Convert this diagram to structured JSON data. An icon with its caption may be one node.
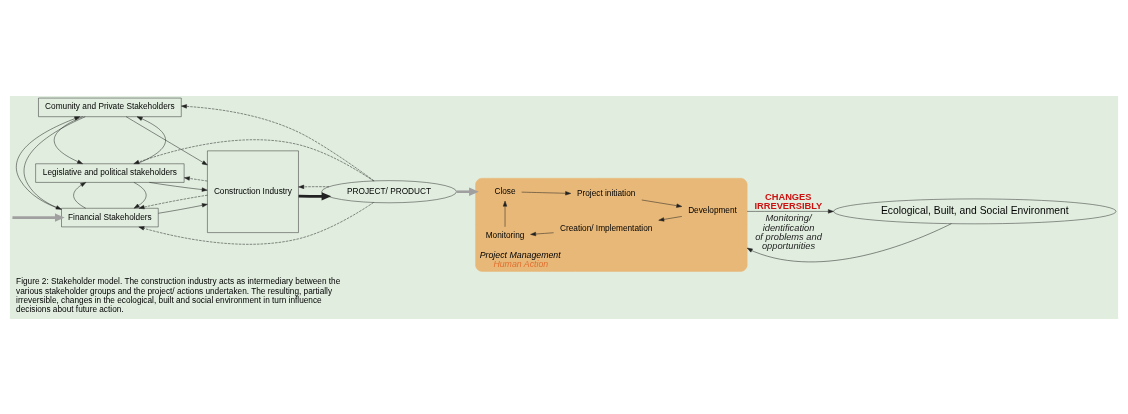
{
  "diagram": {
    "caption": "Figure 2: Stakeholder model. The construction industry acts as intermediary between the various stakeholder groups and the project/ actions undertaken. The resulting, partially irreversible, changes in the ecological, built and social environment in turn influence decisions about future action.",
    "nodes": [
      {
        "text": [
          "Legislative and political stakeholders"
        ]
      },
      {
        "text": [
          "Comunity and Private Stakeholders"
        ]
      },
      {
        "text": [
          "Financial Stakeholders"
        ]
      },
      {
        "text": [
          "Construction Industry"
        ]
      },
      {
        "text": [
          "PROJECT/ PRODUCT"
        ]
      },
      {
        "text": [
          "Project Management",
          "Human Action"
        ]
      },
      {
        "text": [
          "Close"
        ],
        "in": 5
      },
      {
        "text": [
          "Project initiation"
        ],
        "in": 5
      },
      {
        "text": [
          "Development"
        ],
        "in": 5
      },
      {
        "text": [
          "Creation/ Implementation"
        ],
        "in": 5
      },
      {
        "text": [
          "Monitoring"
        ],
        "in": 5
      },
      {
        "text": [
          "Ecological, Built, and Social Environment"
        ]
      }
    ],
    "edges": [
      {
        "from": 0,
        "to": 3,
        "arrow": "to"
      },
      {
        "from": 3,
        "to": 0,
        "arrow": "to",
        "style": "dashed"
      },
      {
        "from": 1,
        "to": 3,
        "arrow": "to"
      },
      {
        "from": 2,
        "to": 3,
        "arrow": "to"
      },
      {
        "from": 3,
        "to": 2,
        "arrow": "to",
        "style": "dashed"
      },
      {
        "from": 0,
        "to": 1,
        "arrow": "to"
      },
      {
        "from": 1,
        "to": 0,
        "arrow": "to"
      },
      {
        "from": 1,
        "to": 2,
        "arrow": "to"
      },
      {
        "from": 2,
        "to": 1,
        "arrow": "to"
      },
      {
        "from": 0,
        "to": 2,
        "arrow": "to"
      },
      {
        "from": 2,
        "to": 0,
        "arrow": "to"
      },
      {
        "from": 3,
        "to": 4,
        "arrow": "to",
        "style": "thick"
      },
      {
        "from": 4,
        "to": 3,
        "arrow": "to",
        "style": "dashed"
      },
      {
        "from": 4,
        "to": 0,
        "arrow": "to",
        "style": "dashed"
      },
      {
        "from": 4,
        "to": 1,
        "arrow": "to",
        "style": "dashed"
      },
      {
        "from": 4,
        "to": 2,
        "arrow": "to",
        "style": "dashed"
      },
      {
        "from": 4,
        "to": 5,
        "arrow": "to",
        "style": "thick",
        "color": "#a0a0a0"
      },
      {
        "from": 6,
        "to": 7,
        "arrow": "to"
      },
      {
        "from": 7,
        "to": 8,
        "arrow": "to"
      },
      {
        "from": 8,
        "to": 9,
        "arrow": "to"
      },
      {
        "from": 9,
        "to": 10,
        "arrow": "to"
      },
      {
        "from": 10,
        "to": 6,
        "arrow": "to"
      },
      {
        "from": 5,
        "to": 11,
        "arrow": "to",
        "label": "CHANGES IRREVERSIBLY"
      },
      {
        "from": 11,
        "to": 5,
        "arrow": "to",
        "label": "Monitoring/ identification of problems and opportunities"
      },
      {
        "from": null,
        "to": 2,
        "arrow": "to",
        "style": "thick",
        "color": "#a0a0a0"
      }
    ]
  }
}
